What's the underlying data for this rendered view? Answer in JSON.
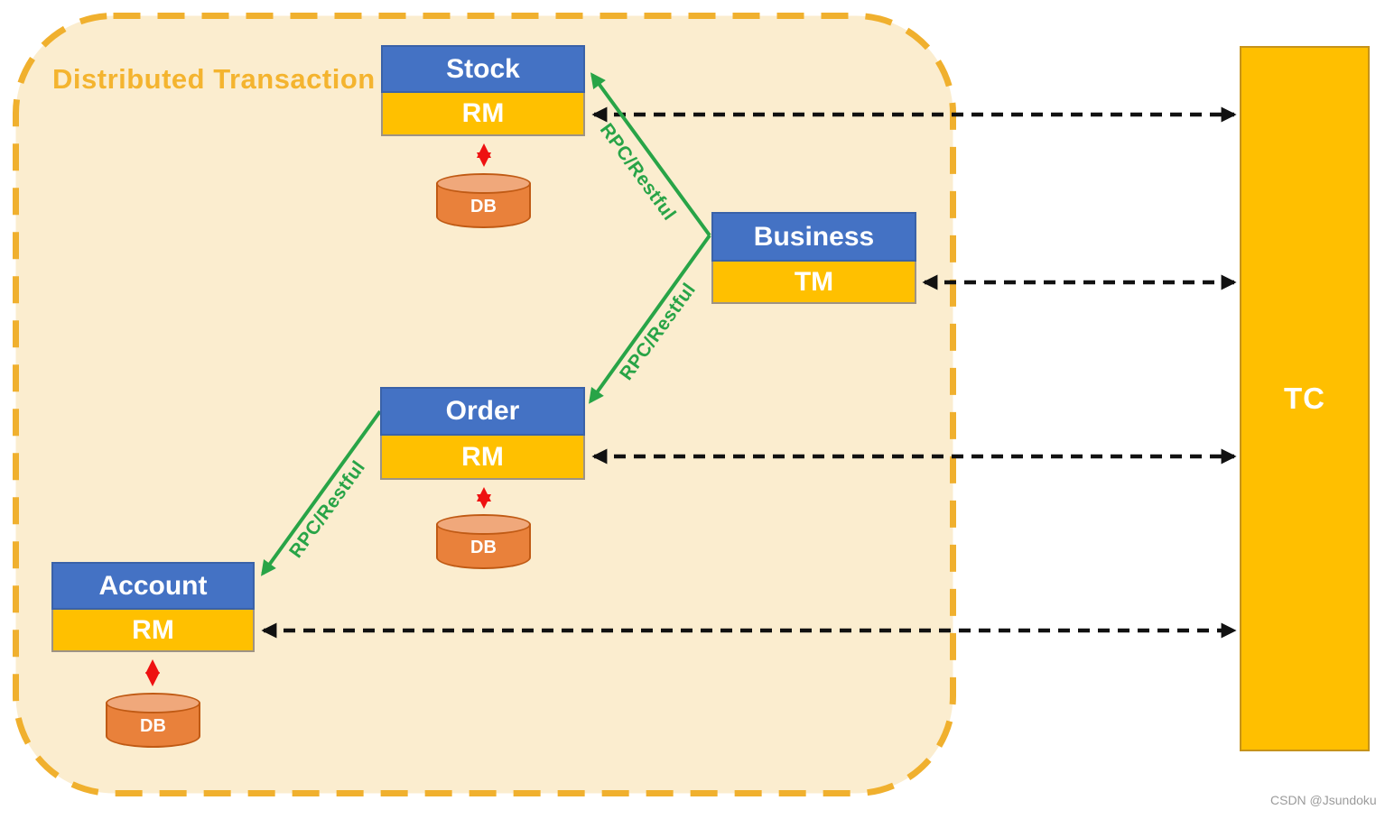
{
  "container": {
    "label": "Distributed Transaction"
  },
  "boxes": {
    "stock": {
      "title": "Stock",
      "sub": "RM"
    },
    "business": {
      "title": "Business",
      "sub": "TM"
    },
    "order": {
      "title": "Order",
      "sub": "RM"
    },
    "account": {
      "title": "Account",
      "sub": "RM"
    }
  },
  "dbs": {
    "stock": "DB",
    "order": "DB",
    "account": "DB"
  },
  "tc": {
    "label": "TC"
  },
  "rpc": {
    "business_to_stock": "RPC/Restful",
    "business_to_order": "RPC/Restful",
    "order_to_account": "RPC/Restful"
  },
  "watermark": "CSDN @Jsundoku",
  "colors": {
    "service_header_blue": "#4472C4",
    "rm_tm_gold": "#FFC000",
    "tc_gold": "#FFBF00",
    "container_fill": "#FBEDCF",
    "container_dash": "#F0B02E",
    "rpc_green": "#28A447",
    "db_link_red": "#EE1111",
    "db_body_orange": "#E9813B",
    "db_top_orange": "#F0A87B",
    "connector_black": "#111111",
    "title_gold": "#F4B42F"
  }
}
